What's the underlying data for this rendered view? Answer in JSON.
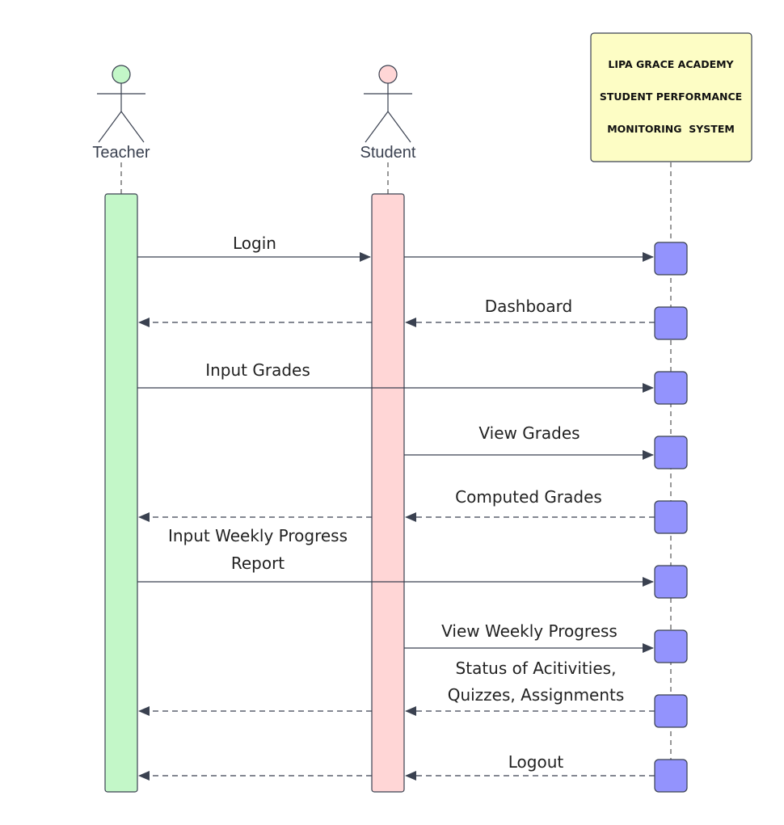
{
  "participants": {
    "teacher": {
      "label": "Teacher",
      "color": "#c3f7c8"
    },
    "student": {
      "label": "Student",
      "color": "#ffd6d6"
    },
    "system": {
      "lines": [
        "LIPA GRACE ACADEMY",
        "STUDENT PERFORMANCE",
        "MONITORING  SYSTEM"
      ],
      "color": "#fdfdc5"
    }
  },
  "activation_color": "#9393fd",
  "messages": [
    {
      "id": "login",
      "label": [
        "Login"
      ],
      "style": "solid"
    },
    {
      "id": "dashboard",
      "label": [
        "Dashboard"
      ],
      "style": "dashed"
    },
    {
      "id": "input-grades",
      "label": [
        "Input Grades"
      ],
      "style": "solid"
    },
    {
      "id": "view-grades",
      "label": [
        "View Grades"
      ],
      "style": "solid"
    },
    {
      "id": "computed-grades",
      "label": [
        "Computed Grades"
      ],
      "style": "dashed"
    },
    {
      "id": "input-weekly-progress",
      "label": [
        "Input Weekly Progress",
        "Report"
      ],
      "style": "solid"
    },
    {
      "id": "view-weekly-progress",
      "label": [
        "View Weekly Progress"
      ],
      "style": "solid"
    },
    {
      "id": "status-activities",
      "label": [
        "Status of Acitivities,",
        "Quizzes, Assignments"
      ],
      "style": "dashed"
    },
    {
      "id": "logout",
      "label": [
        "Logout"
      ],
      "style": "dashed"
    }
  ]
}
